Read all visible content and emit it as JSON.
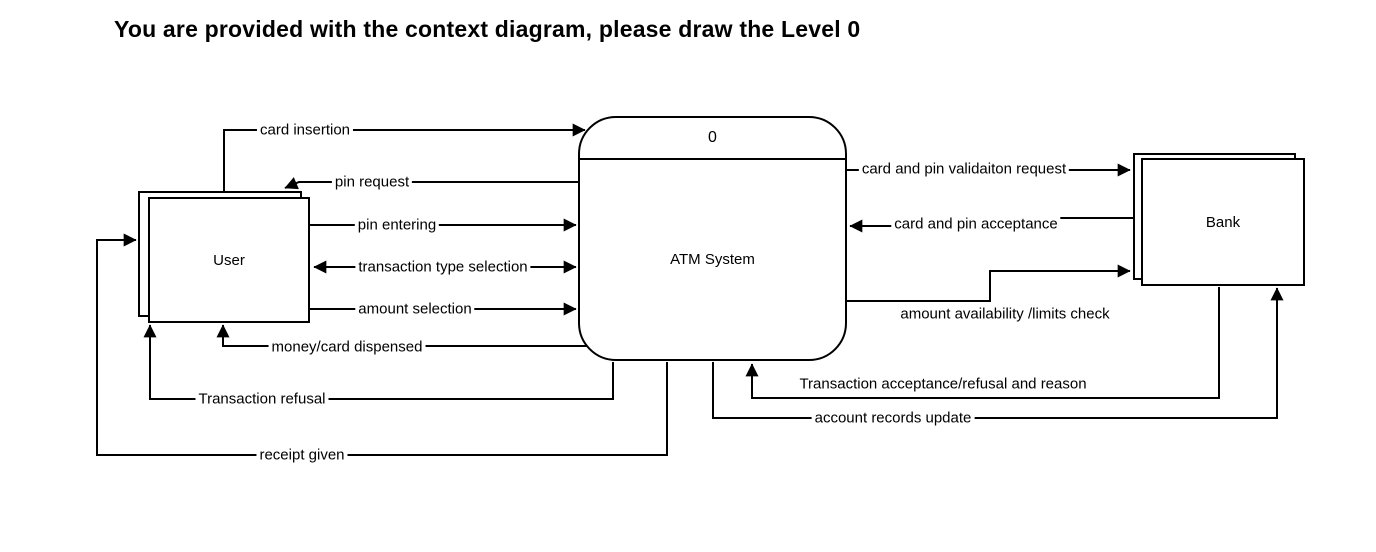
{
  "title": "You are provided with the context diagram, please draw the Level 0",
  "colors": {
    "line": "#000000",
    "box_fill": "#ffffff",
    "box_border": "#000000",
    "text": "#000000"
  },
  "diagram": {
    "type": "context-dfd",
    "process": {
      "id": "0",
      "name": "ATM System"
    },
    "entities": {
      "user": {
        "label": "User"
      },
      "bank": {
        "label": "Bank"
      }
    },
    "flows": [
      {
        "label": "card insertion",
        "from": "User",
        "to": "ATM System"
      },
      {
        "label": "pin request",
        "from": "ATM System",
        "to": "User"
      },
      {
        "label": "pin entering",
        "from": "User",
        "to": "ATM System"
      },
      {
        "label": "transaction type selection",
        "from": "ATM System",
        "to": "User",
        "bidirectional": true
      },
      {
        "label": "amount selection",
        "from": "User",
        "to": "ATM System"
      },
      {
        "label": "money/card dispensed",
        "from": "ATM System",
        "to": "User"
      },
      {
        "label": "Transaction refusal",
        "from": "ATM System",
        "to": "User"
      },
      {
        "label": "receipt given",
        "from": "ATM System",
        "to": "User"
      },
      {
        "label": "card and pin validaiton request",
        "from": "ATM System",
        "to": "Bank"
      },
      {
        "label": "card and pin acceptance",
        "from": "Bank",
        "to": "ATM System"
      },
      {
        "label": "amount availability /limits check",
        "from": "ATM System",
        "to": "Bank"
      },
      {
        "label": "Transaction acceptance/refusal and reason",
        "from": "Bank",
        "to": "ATM System"
      },
      {
        "label": "account records update",
        "from": "ATM System",
        "to": "Bank"
      }
    ]
  }
}
